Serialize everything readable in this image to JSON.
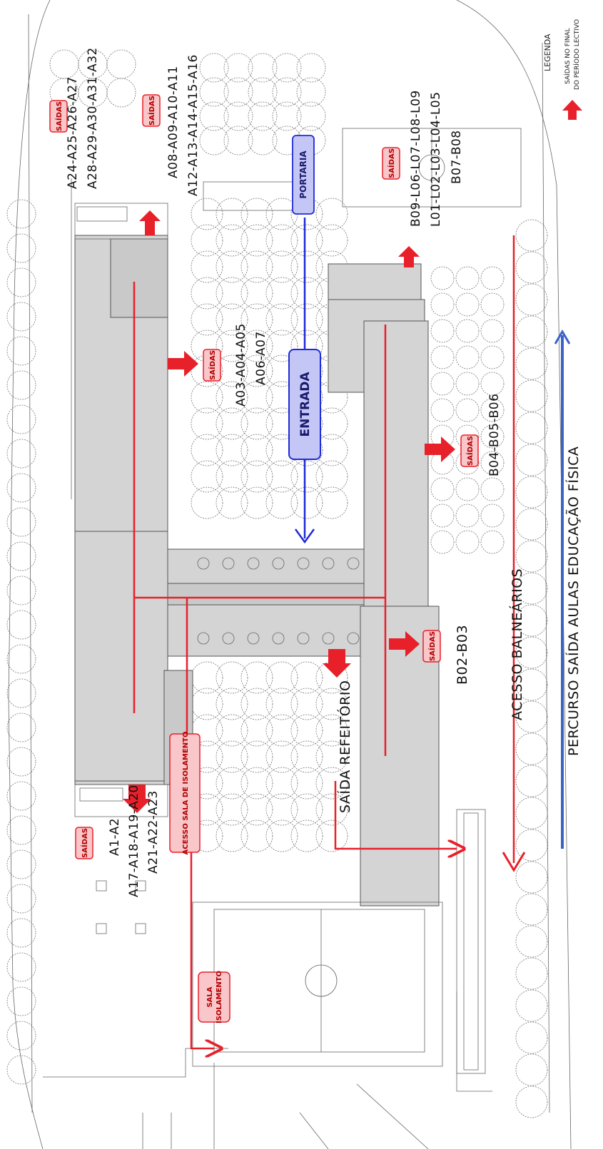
{
  "labels": {
    "saidas": "SAÍDAS",
    "entrada": "ENTRADA",
    "portaria": "PORTARIA",
    "acesso_sala": "ACESSO SALA DE ISOLAMENTO",
    "sala_isolamento_1": "SALA",
    "sala_isolamento_2": "ISOLAMENTO",
    "saida_refeitorio": "SAÍDA REFEITÓRIO",
    "acesso_balnearios": "ACESSO BALNEÁRIOS",
    "percurso": "PERCURSO SAÍDA AULAS EDUCAÇÃO FÍSICA"
  },
  "room_groups": {
    "a24": "A24-A25-A26-A27",
    "a28": "A28-A29-A30-A31-A32",
    "a08": "A08-A09-A10-A11",
    "a12": "A12-A13-A14-A15-A16",
    "a03": "A03-A04-A05",
    "a06": "A06-A07",
    "b09": "B09-L06-L07-L08-L09",
    "l01": "L01-L02-L03-L04-L05",
    "b07": "B07-B08",
    "b04": "B04-B05-B06",
    "b02": "B02-B03",
    "a1": "A1-A2",
    "a17": "A17-A18-A19-A20",
    "a21": "A21-A22-A23"
  },
  "legend": {
    "title": "LEGENDA",
    "line1": "SAÍDAS NO FINAL",
    "line2": "DO PERÍODO LECTIVO"
  },
  "colors": {
    "red_label_bg": "#f9c6c9",
    "red_label_border": "#e8202a",
    "blue_label_bg": "#c4c6f5",
    "blue_label_border": "#1f2bd6",
    "arrow_red": "#e8202a",
    "arrow_blue": "#3a62c8",
    "building_fill": "#d4d4d4"
  }
}
